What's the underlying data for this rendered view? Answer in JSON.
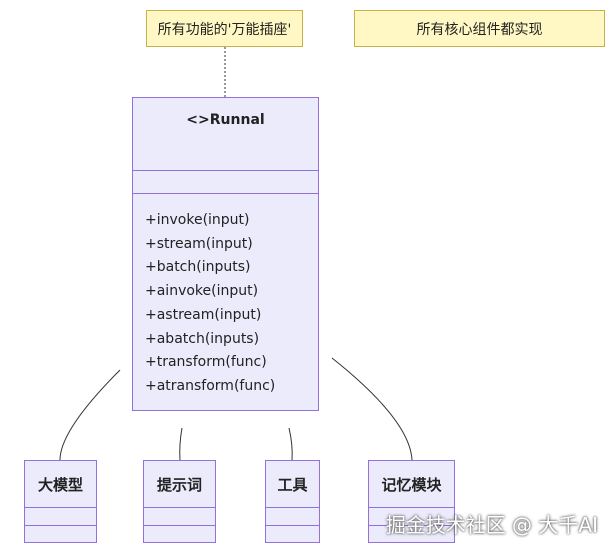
{
  "notes": [
    {
      "text": "所有功能的'万能插座'"
    },
    {
      "text": "所有核心组件都实现"
    }
  ],
  "main_class": {
    "title": "<>Runnal",
    "methods": [
      "+invoke(input)",
      "+stream(input)",
      "+batch(inputs)",
      "+ainvoke(input)",
      "+astream(input)",
      "+abatch(inputs)",
      "+transform(func)",
      "+atransform(func)"
    ]
  },
  "components": [
    {
      "title": "大模型"
    },
    {
      "title": "提示词"
    },
    {
      "title": "工具"
    },
    {
      "title": "记忆模块"
    }
  ],
  "watermark": "掘金技术社区 @ 大千AI",
  "colors": {
    "class_fill": "#ecebfc",
    "class_border": "#9370db",
    "note_fill": "#fff8c4",
    "note_border": "#c7b24a",
    "connector": "#333333"
  }
}
